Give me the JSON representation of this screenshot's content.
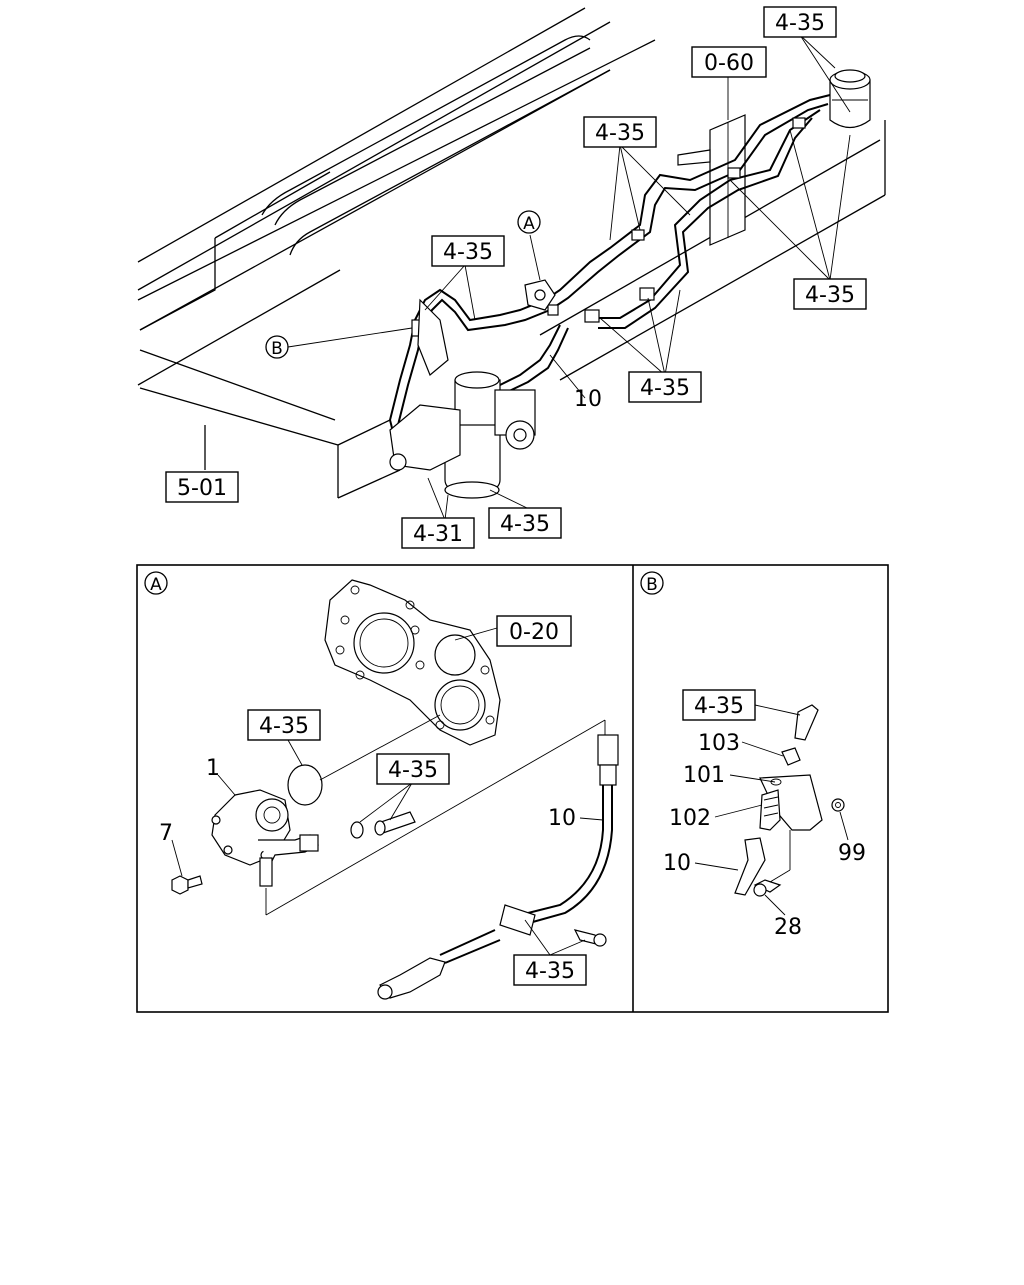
{
  "labels": {
    "top_4_35_a": "4-35",
    "top_0_60": "0-60",
    "top_4_35_b": "4-35",
    "top_4_35_c": "4-35",
    "top_4_35_d": "4-35",
    "top_4_35_e": "4-35",
    "top_4_35_f": "4-35",
    "top_4_31": "4-31",
    "top_5_01": "5-01",
    "top_10": "10",
    "marker_a": "A",
    "marker_b": "B",
    "a_0_20": "0-20",
    "a_4_35_a": "4-35",
    "a_4_35_b": "4-35",
    "a_4_35_c": "4-35",
    "a_1": "1",
    "a_7": "7",
    "a_10": "10",
    "b_4_35": "4-35",
    "b_103": "103",
    "b_101": "101",
    "b_102": "102",
    "b_10": "10",
    "b_99": "99",
    "b_28": "28"
  }
}
